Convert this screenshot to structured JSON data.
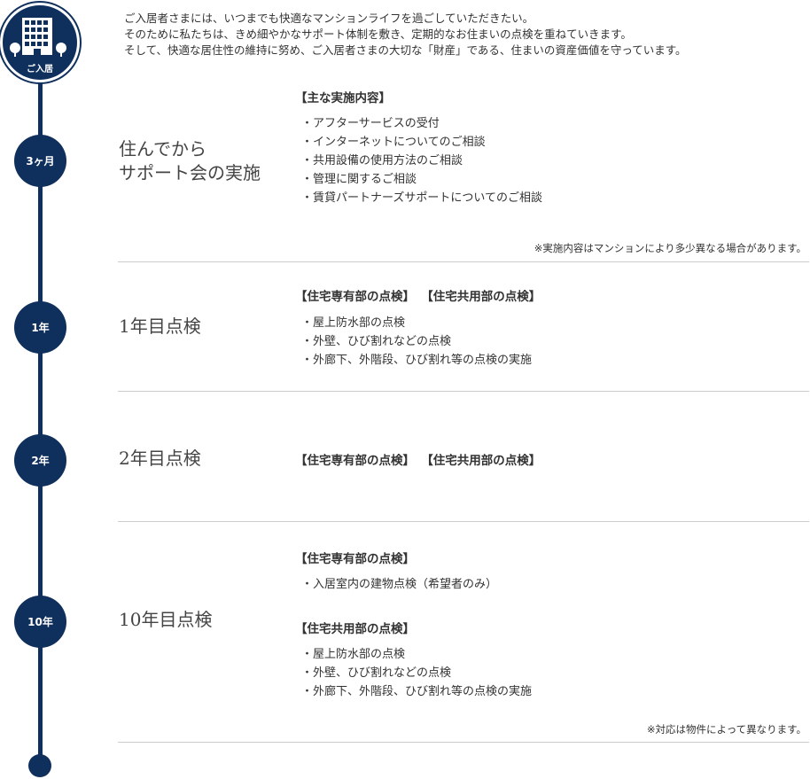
{
  "colors": {
    "navy": "#0f2f5c",
    "divider": "#cccccc",
    "text": "#333333"
  },
  "start": {
    "icon": "building-icon",
    "label": "ご入居"
  },
  "intro": {
    "lines": [
      "ご入居者さまには、いつまでも快適なマンションライフを過ごしていただきたい。",
      "そのために私たちは、きめ細やかなサポート体制を敷き、定期的なお住まいの点検を重ねていきます。",
      "そして、快適な居住性の維持に努め、ご入居者さまの大切な「財産」である、住まいの資産価値を守っています。"
    ]
  },
  "stages": [
    {
      "node": "3ヶ月",
      "title": [
        "住んでから",
        "サポート会の実施"
      ],
      "heading": "【主な実施内容】",
      "items": [
        "・アフターサービスの受付",
        "・インターネットについてのご相談",
        "・共用設備の使用方法のご相談",
        "・管理に関するご相談",
        "・賃貸パートナーズサポートについてのご相談"
      ],
      "note": "※実施内容はマンションにより多少異なる場合があります。"
    },
    {
      "node": "1年",
      "title": "1年目点検",
      "headings": [
        "【住宅専有部の点検】",
        "【住宅共用部の点検】"
      ],
      "items": [
        "・屋上防水部の点検",
        "・外壁、ひび割れなどの点検",
        "・外廊下、外階段、ひび割れ等の点検の実施"
      ]
    },
    {
      "node": "2年",
      "title": "2年目点検",
      "headings": [
        "【住宅専有部の点検】",
        "【住宅共用部の点検】"
      ]
    },
    {
      "node": "10年",
      "title": "10年目点検",
      "heading_private": "【住宅専有部の点検】",
      "items_private": [
        "・入居室内の建物点検（希望者のみ）"
      ],
      "heading_common": "【住宅共用部の点検】",
      "items_common": [
        "・屋上防水部の点検",
        "・外壁、ひび割れなどの点検",
        "・外廊下、外階段、ひび割れ等の点検の実施"
      ],
      "note": "※対応は物件によって異なります。"
    }
  ]
}
